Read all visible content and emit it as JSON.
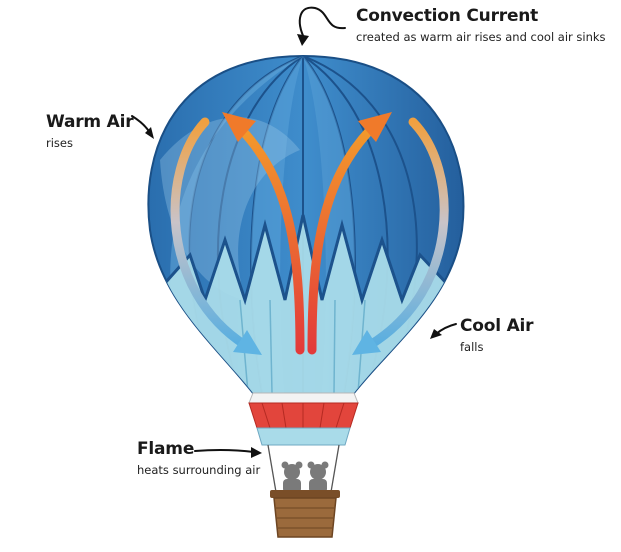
{
  "labels": {
    "convection": {
      "title": "Convection Current",
      "desc": "created as warm air rises and cool air sinks"
    },
    "warm_air": {
      "title": "Warm Air",
      "desc": "rises"
    },
    "cool_air": {
      "title": "Cool Air",
      "desc": "falls"
    },
    "flame": {
      "title": "Flame",
      "desc": "heats surrounding air"
    }
  },
  "colors": {
    "envelope_dark": "#1f5f9e",
    "envelope_mid": "#3d86c4",
    "envelope_light": "#7fbde3",
    "inner_pale": "#a9dbe9",
    "skirt_red": "#e2453c",
    "warm_arrow": "#f07a2a",
    "cool_arrow": "#5fb4e3",
    "basket": "#9b6a3c"
  }
}
